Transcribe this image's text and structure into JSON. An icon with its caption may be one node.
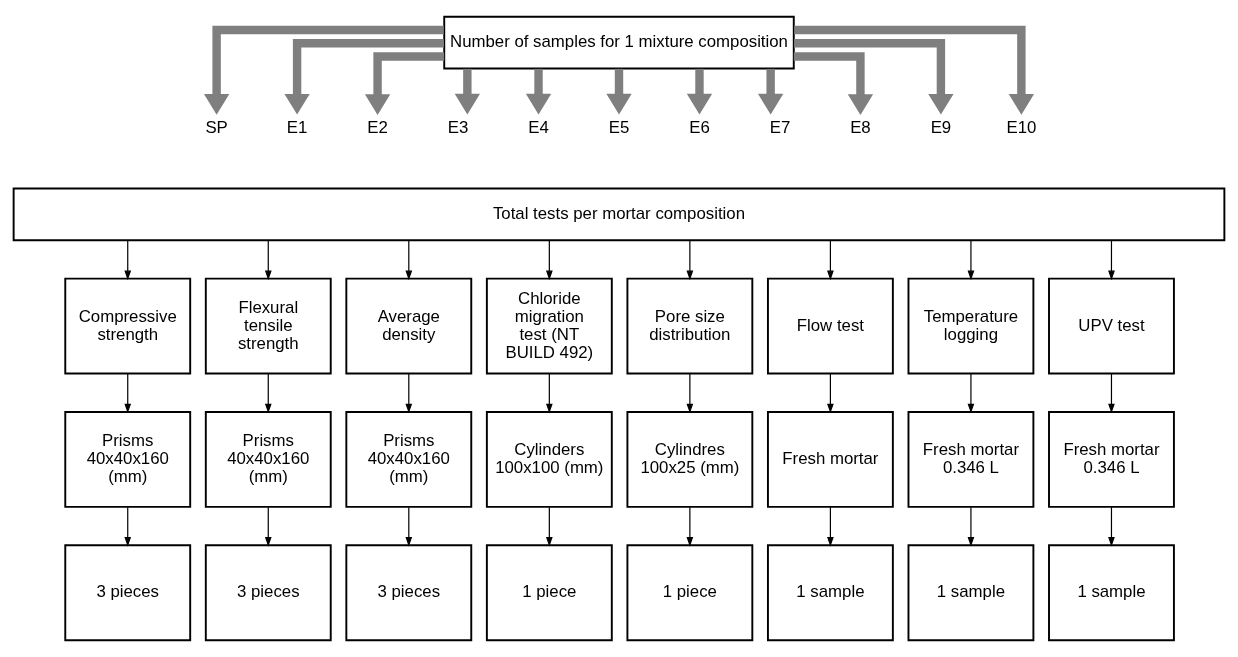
{
  "diagram": {
    "nodes": [
      {
        "text": [
          "Number of samples for 1 mixture composition"
        ]
      },
      {
        "text": [
          "SP"
        ]
      },
      {
        "text": [
          "E1"
        ]
      },
      {
        "text": [
          "E2"
        ]
      },
      {
        "text": [
          "E3"
        ]
      },
      {
        "text": [
          "E4"
        ]
      },
      {
        "text": [
          "E5"
        ]
      },
      {
        "text": [
          "E6"
        ]
      },
      {
        "text": [
          "E7"
        ]
      },
      {
        "text": [
          "E8"
        ]
      },
      {
        "text": [
          "E9"
        ]
      },
      {
        "text": [
          "E10"
        ]
      },
      {
        "text": [
          "Total tests per mortar composition"
        ]
      },
      {
        "text": [
          "Compressive strength"
        ]
      },
      {
        "text": [
          "Flexural tensile strength"
        ]
      },
      {
        "text": [
          "Average density"
        ]
      },
      {
        "text": [
          "Chloride migration test (NT BUILD 492)"
        ]
      },
      {
        "text": [
          "Pore size distribution"
        ]
      },
      {
        "text": [
          "Flow test"
        ]
      },
      {
        "text": [
          "Temperature logging"
        ]
      },
      {
        "text": [
          "UPV test"
        ]
      },
      {
        "text": [
          "Prisms 40x40x160 (mm)"
        ]
      },
      {
        "text": [
          "Prisms 40x40x160 (mm)"
        ]
      },
      {
        "text": [
          "Prisms 40x40x160 (mm)"
        ]
      },
      {
        "text": [
          "Cylinders 100x100 (mm)"
        ]
      },
      {
        "text": [
          "Cylindres 100x25 (mm)"
        ]
      },
      {
        "text": [
          "Fresh mortar"
        ]
      },
      {
        "text": [
          "Fresh mortar 0.346 L"
        ]
      },
      {
        "text": [
          "Fresh mortar 0.346 L"
        ]
      },
      {
        "text": [
          "3 pieces"
        ]
      },
      {
        "text": [
          "3 pieces"
        ]
      },
      {
        "text": [
          "3 pieces"
        ]
      },
      {
        "text": [
          "1 piece"
        ]
      },
      {
        "text": [
          "1 piece"
        ]
      },
      {
        "text": [
          "1 sample"
        ]
      },
      {
        "text": [
          "1 sample"
        ]
      },
      {
        "text": [
          "1 sample"
        ]
      }
    ],
    "edges": [
      {
        "from": 0,
        "to": 1,
        "arrow": "to",
        "style": "thick",
        "color": "#7f7f7f"
      },
      {
        "from": 0,
        "to": 2,
        "arrow": "to",
        "style": "thick",
        "color": "#7f7f7f"
      },
      {
        "from": 0,
        "to": 3,
        "arrow": "to",
        "style": "thick",
        "color": "#7f7f7f"
      },
      {
        "from": 0,
        "to": 4,
        "arrow": "to",
        "style": "thick",
        "color": "#7f7f7f"
      },
      {
        "from": 0,
        "to": 5,
        "arrow": "to",
        "style": "thick",
        "color": "#7f7f7f"
      },
      {
        "from": 0,
        "to": 6,
        "arrow": "to",
        "style": "thick",
        "color": "#7f7f7f"
      },
      {
        "from": 0,
        "to": 7,
        "arrow": "to",
        "style": "thick",
        "color": "#7f7f7f"
      },
      {
        "from": 0,
        "to": 8,
        "arrow": "to",
        "style": "thick",
        "color": "#7f7f7f"
      },
      {
        "from": 0,
        "to": 9,
        "arrow": "to",
        "style": "thick",
        "color": "#7f7f7f"
      },
      {
        "from": 0,
        "to": 10,
        "arrow": "to",
        "style": "thick",
        "color": "#7f7f7f"
      },
      {
        "from": 0,
        "to": 11,
        "arrow": "to",
        "style": "thick",
        "color": "#7f7f7f"
      },
      {
        "from": 12,
        "to": 13,
        "arrow": "to"
      },
      {
        "from": 12,
        "to": 14,
        "arrow": "to"
      },
      {
        "from": 12,
        "to": 15,
        "arrow": "to"
      },
      {
        "from": 12,
        "to": 16,
        "arrow": "to"
      },
      {
        "from": 12,
        "to": 17,
        "arrow": "to"
      },
      {
        "from": 12,
        "to": 18,
        "arrow": "to"
      },
      {
        "from": 12,
        "to": 19,
        "arrow": "to"
      },
      {
        "from": 12,
        "to": 20,
        "arrow": "to"
      },
      {
        "from": 13,
        "to": 21,
        "arrow": "to"
      },
      {
        "from": 14,
        "to": 22,
        "arrow": "to"
      },
      {
        "from": 15,
        "to": 23,
        "arrow": "to"
      },
      {
        "from": 16,
        "to": 24,
        "arrow": "to"
      },
      {
        "from": 17,
        "to": 25,
        "arrow": "to"
      },
      {
        "from": 18,
        "to": 26,
        "arrow": "to"
      },
      {
        "from": 19,
        "to": 27,
        "arrow": "to"
      },
      {
        "from": 20,
        "to": 28,
        "arrow": "to"
      },
      {
        "from": 21,
        "to": 29,
        "arrow": "to"
      },
      {
        "from": 22,
        "to": 30,
        "arrow": "to"
      },
      {
        "from": 23,
        "to": 31,
        "arrow": "to"
      },
      {
        "from": 24,
        "to": 32,
        "arrow": "to"
      },
      {
        "from": 25,
        "to": 33,
        "arrow": "to"
      },
      {
        "from": 26,
        "to": 34,
        "arrow": "to"
      },
      {
        "from": 27,
        "to": 35,
        "arrow": "to"
      },
      {
        "from": 28,
        "to": 36,
        "arrow": "to"
      }
    ]
  }
}
